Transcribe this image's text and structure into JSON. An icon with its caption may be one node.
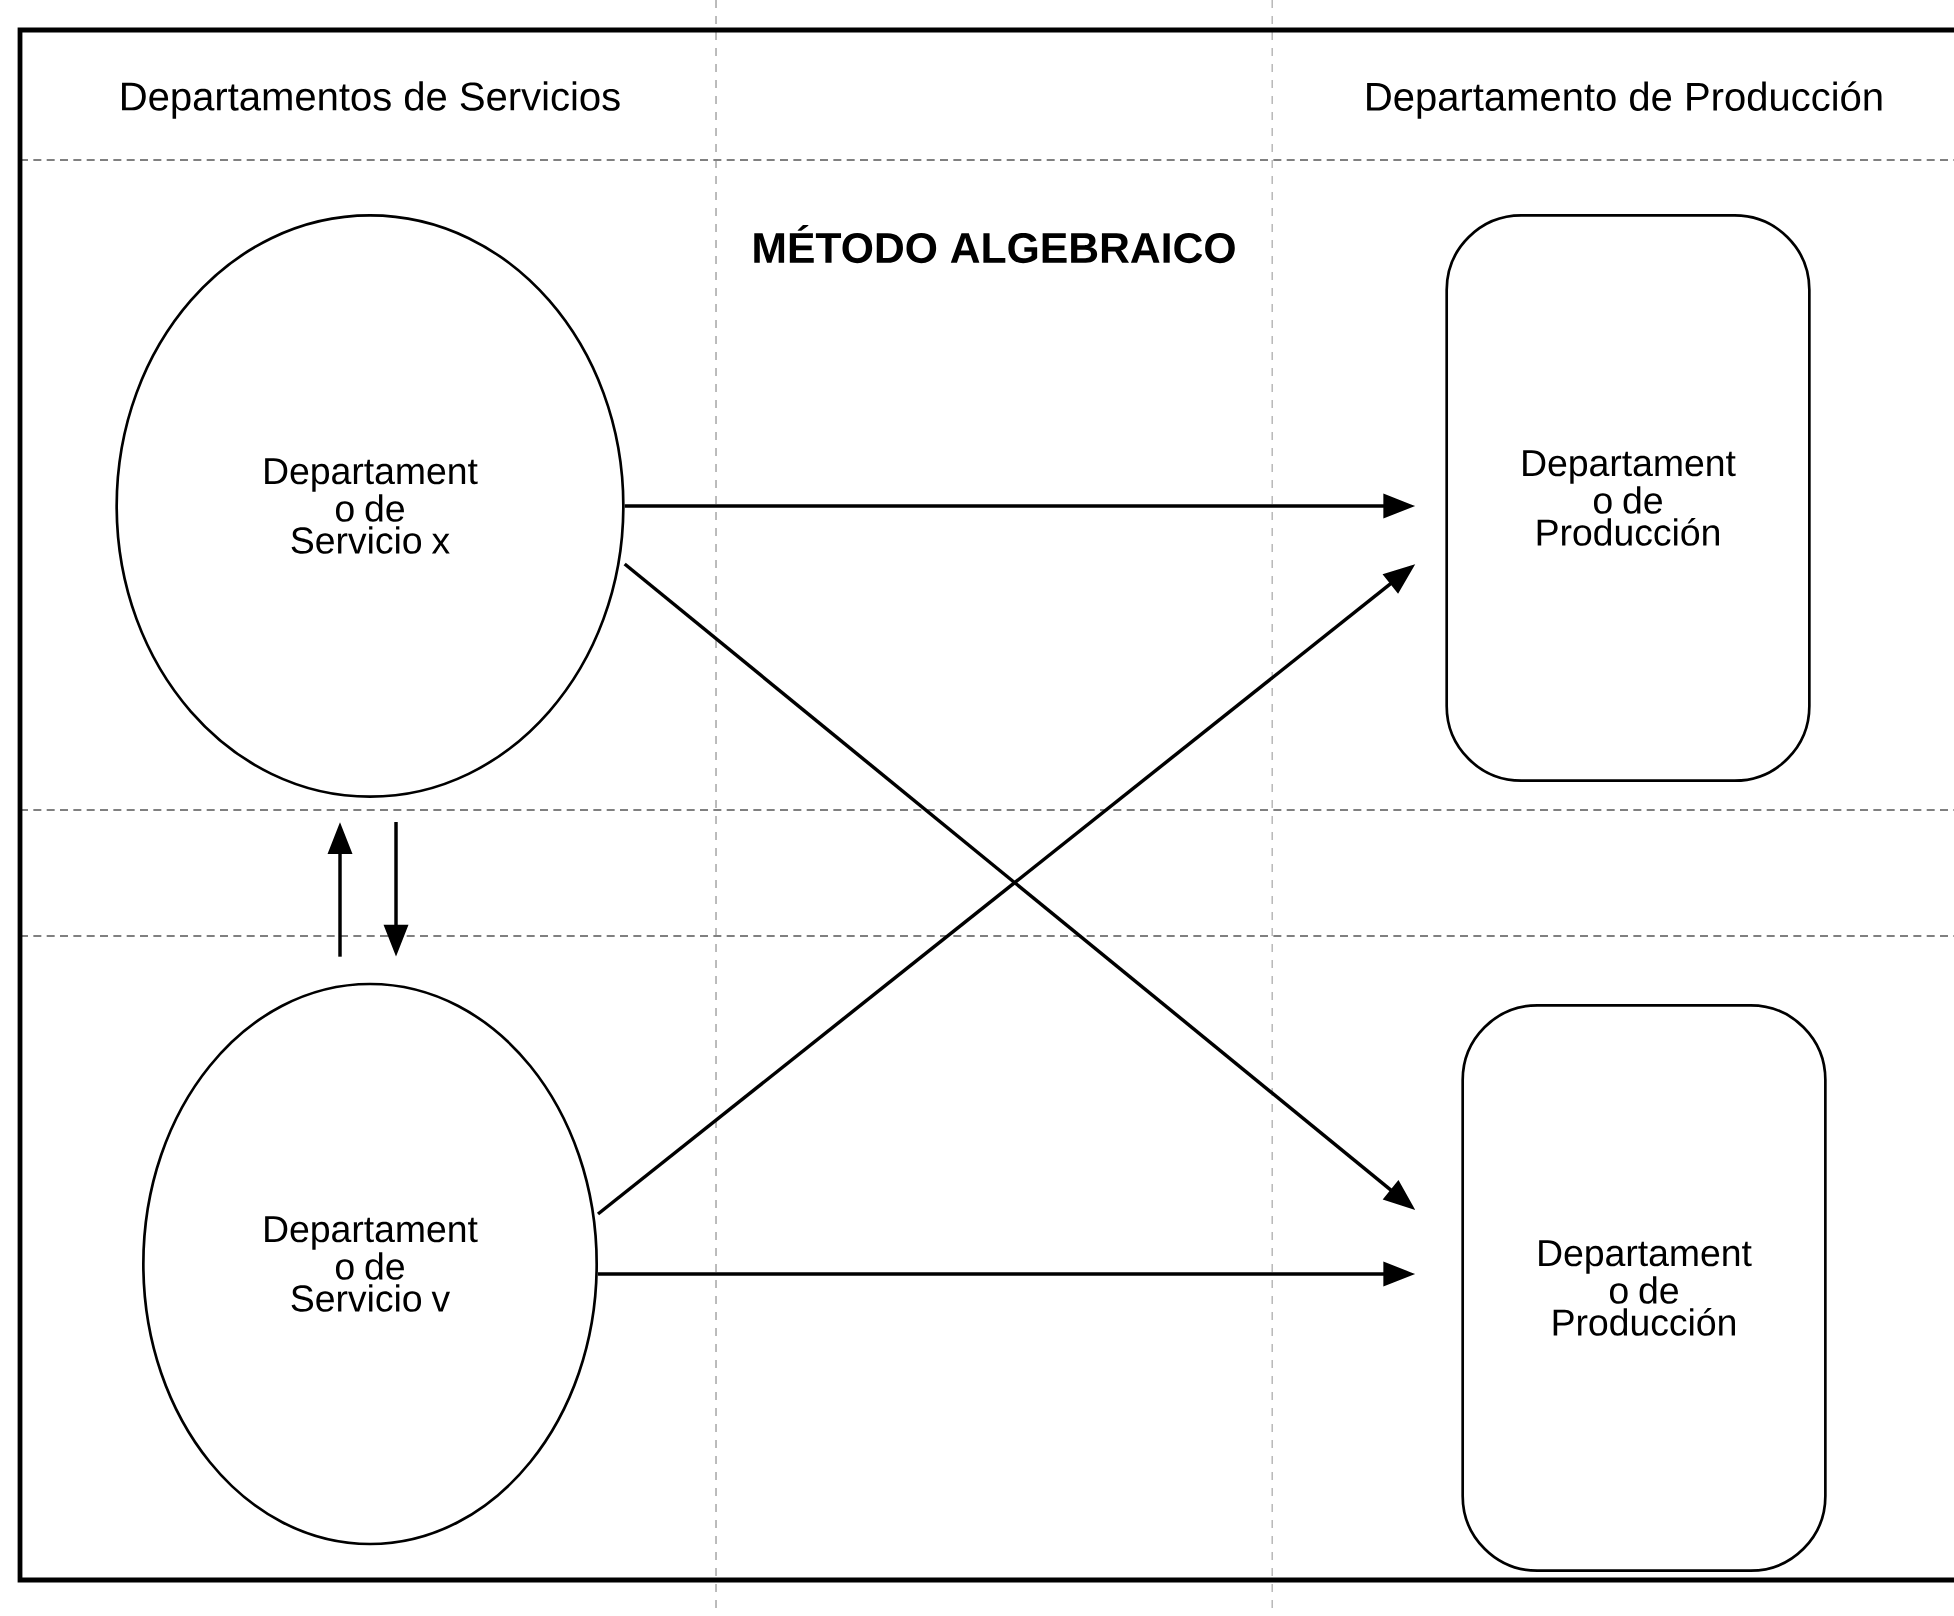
{
  "diagram": {
    "title": "MÉTODO ALGEBRAICO",
    "nodes": [
      {
        "text": [
          "Departament o de Servicio x"
        ]
      },
      {
        "text": [
          "Departament o de Servicio v"
        ]
      },
      {
        "text": [
          "Departament o de Producción"
        ]
      },
      {
        "text": [
          "Departament o de Producción"
        ]
      }
    ],
    "edges": [
      {
        "from": 0,
        "to": 2,
        "arrow": "to"
      },
      {
        "from": 0,
        "to": 3,
        "arrow": "to"
      },
      {
        "from": 1,
        "to": 2,
        "arrow": "to"
      },
      {
        "from": 1,
        "to": 3,
        "arrow": "to"
      },
      {
        "from": 1,
        "to": 0,
        "arrow": "to"
      },
      {
        "from": 0,
        "to": 1,
        "arrow": "to"
      }
    ],
    "labels": [
      "Departamentos de Servicios",
      "Departamento de Producción"
    ]
  }
}
